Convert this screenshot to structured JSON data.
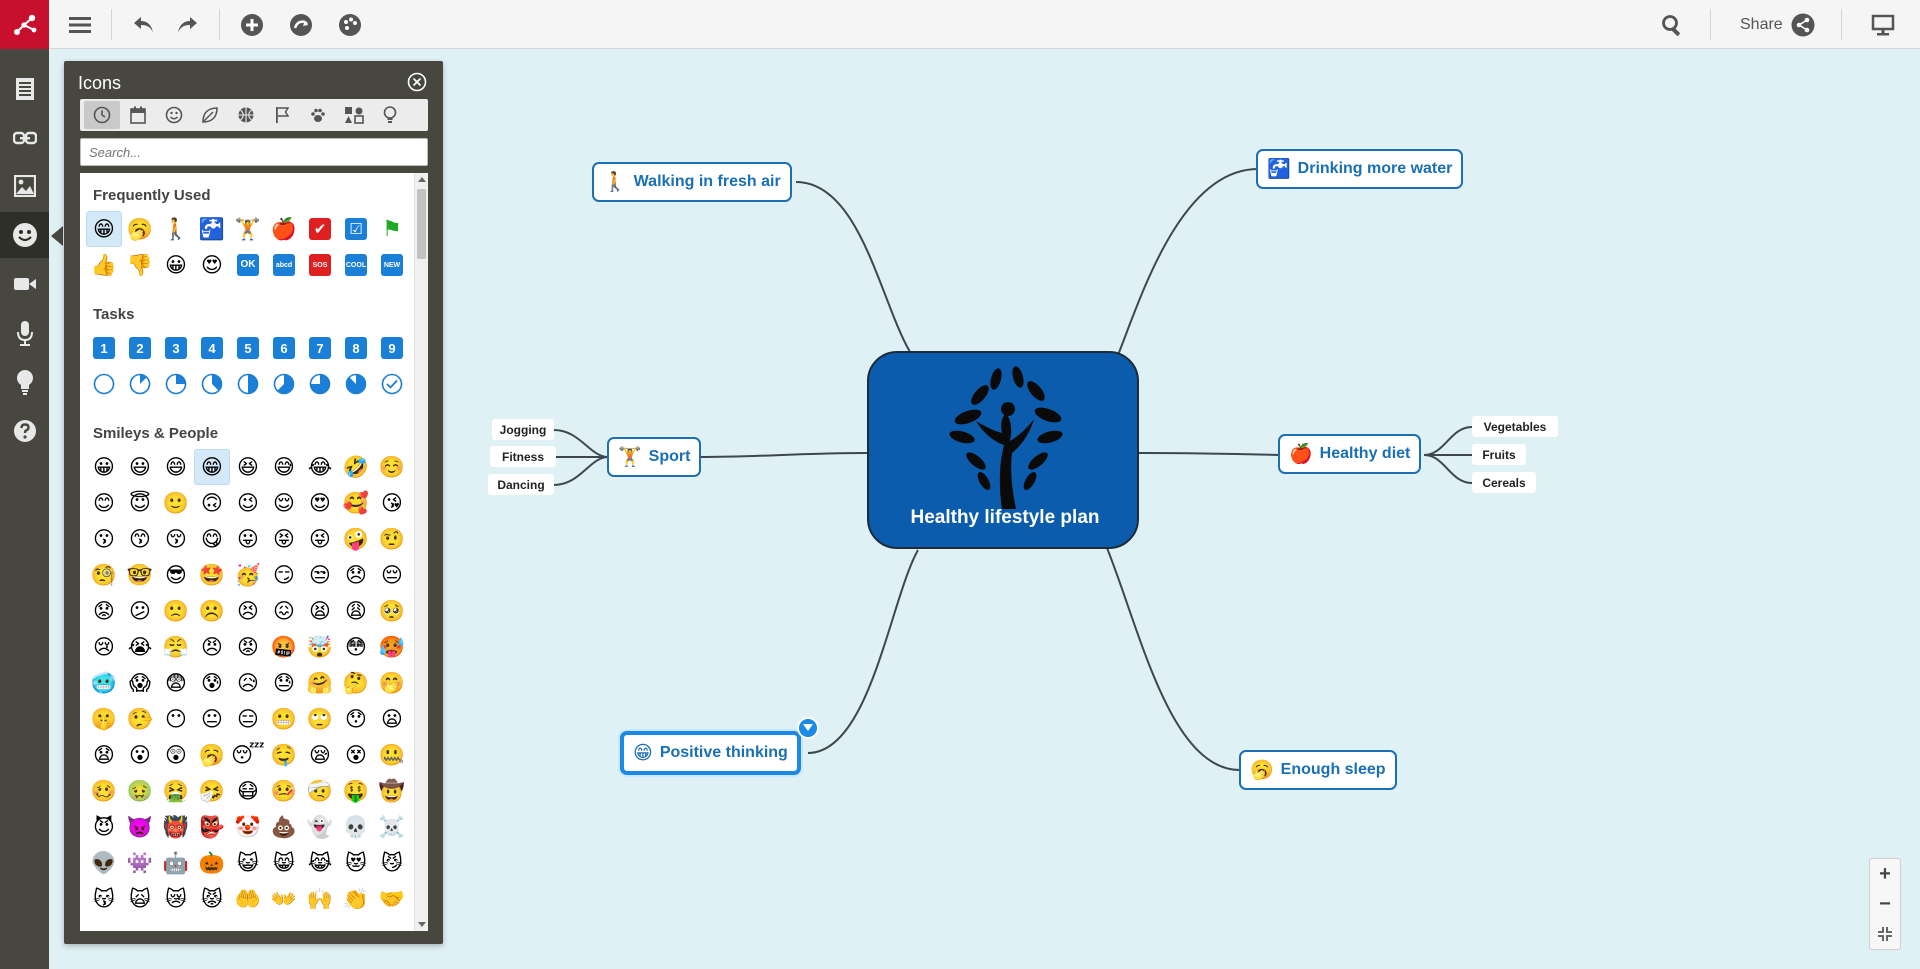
{
  "toolbar": {
    "share_label": "Share"
  },
  "panel": {
    "title": "Icons",
    "search_placeholder": "Search...",
    "sections": {
      "frequent": "Frequently Used",
      "tasks": "Tasks",
      "smileys": "Smileys & People"
    },
    "frequent_icons": [
      "😁",
      "🥱",
      "🚶",
      "🚰",
      "🏋️",
      "🍎",
      "✔",
      "☑",
      "⚑",
      "👍",
      "👎",
      "😀",
      "😍",
      "OK",
      "abcd",
      "SOS",
      "COOL",
      "NEW"
    ],
    "task_numbers": [
      "1",
      "2",
      "3",
      "4",
      "5",
      "6",
      "7",
      "8",
      "9"
    ],
    "smiley_icons": [
      "😀",
      "😃",
      "😄",
      "😁",
      "😆",
      "😅",
      "😂",
      "🤣",
      "☺️",
      "😊",
      "😇",
      "🙂",
      "🙃",
      "😉",
      "😌",
      "😍",
      "🥰",
      "😘",
      "😗",
      "😙",
      "😚",
      "😋",
      "😛",
      "😝",
      "😜",
      "🤪",
      "🤨",
      "🧐",
      "🤓",
      "😎",
      "🤩",
      "🥳",
      "😏",
      "😒",
      "😞",
      "😔",
      "😟",
      "😕",
      "🙁",
      "☹️",
      "😣",
      "😖",
      "😫",
      "😩",
      "🥺",
      "😢",
      "😭",
      "😤",
      "😠",
      "😡",
      "🤬",
      "🤯",
      "😳",
      "🥵",
      "🥶",
      "😱",
      "😨",
      "😰",
      "😥",
      "😓",
      "🤗",
      "🤔",
      "🤭",
      "🤫",
      "🤥",
      "😶",
      "😐",
      "😑",
      "😬",
      "🙄",
      "😯",
      "😦",
      "😧",
      "😮",
      "😲",
      "🥱",
      "😴",
      "🤤",
      "😪",
      "😵",
      "🤐",
      "🥴",
      "🤢",
      "🤮",
      "🤧",
      "😷",
      "🤒",
      "🤕",
      "🤑",
      "🤠",
      "😈",
      "👿",
      "👹",
      "👺",
      "🤡",
      "💩",
      "👻",
      "💀",
      "☠️",
      "👽",
      "👾",
      "🤖",
      "🎃",
      "😺",
      "😸",
      "😹",
      "😻",
      "😼",
      "😽",
      "🙀",
      "😿",
      "😾",
      "🤲",
      "👐",
      "🙌",
      "👏",
      "🤝"
    ]
  },
  "mindmap": {
    "central": "Healthy lifestyle plan",
    "nodes": {
      "walking": {
        "label": "Walking in fresh air",
        "icon": "🚶"
      },
      "water": {
        "label": "Drinking more water",
        "icon": "🚰"
      },
      "sport": {
        "label": "Sport",
        "icon": "🏋️"
      },
      "diet": {
        "label": "Healthy diet",
        "icon": "🍎"
      },
      "positive": {
        "label": "Positive thinking",
        "icon": "😁"
      },
      "sleep": {
        "label": "Enough sleep",
        "icon": "🥱"
      }
    },
    "sport_children": [
      "Jogging",
      "Fitness",
      "Dancing"
    ],
    "diet_children": [
      "Vegetables",
      "Fruits",
      "Cereals"
    ]
  },
  "colors": {
    "accent": "#1a6fb5",
    "central_fill": "#0b5cad",
    "brand": "#c8102e",
    "canvas": "#dff1f5"
  }
}
